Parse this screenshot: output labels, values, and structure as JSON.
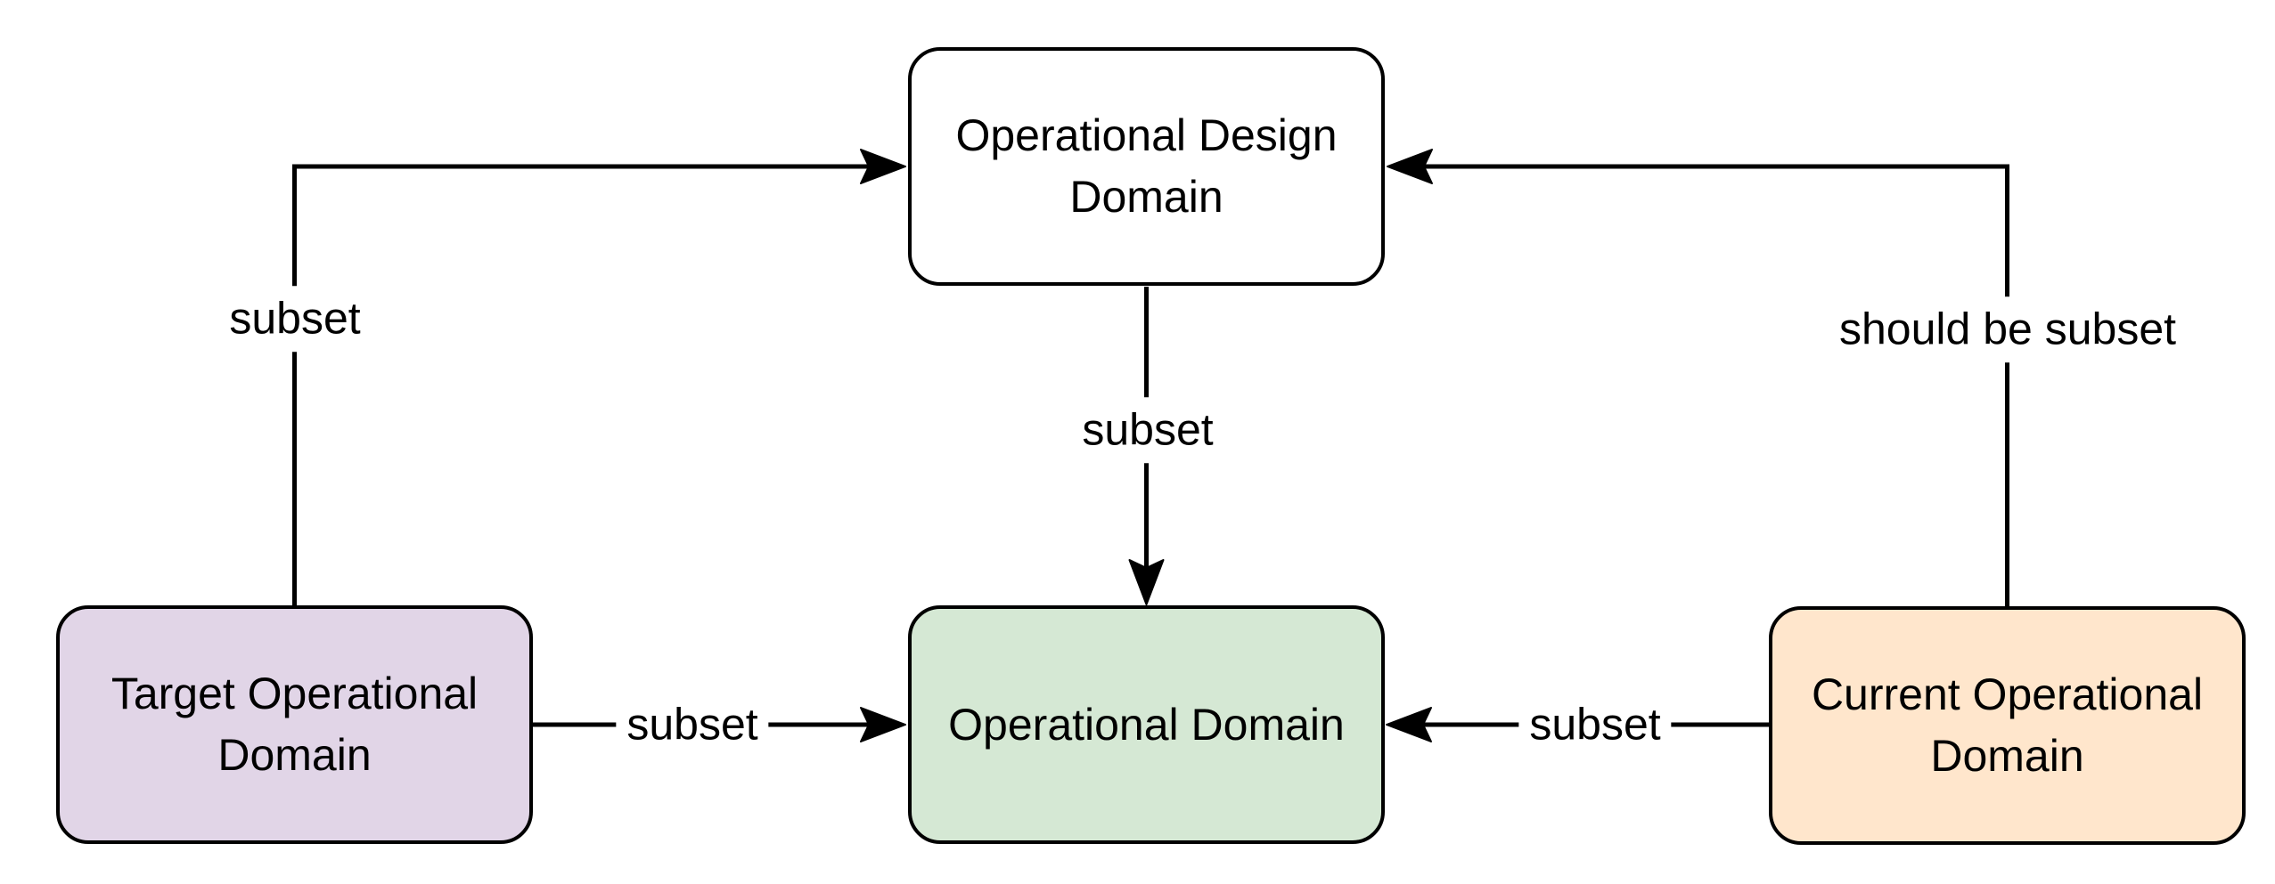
{
  "diagram": {
    "type": "flowchart",
    "background": "#ffffff",
    "line_color": "#000000",
    "text_color": "#000000",
    "nodes": {
      "odd": {
        "label": "Operational Design\nDomain",
        "fill": "#ffffff",
        "border": "#000000"
      },
      "target": {
        "label": "Target Operational\nDomain",
        "fill": "#e1d5e7",
        "border": "#000000"
      },
      "operational": {
        "label": "Operational Domain",
        "fill": "#d5e8d4",
        "border": "#000000"
      },
      "current": {
        "label": "Current Operational\nDomain",
        "fill": "#ffe6cc",
        "border": "#000000"
      }
    },
    "edge_labels": {
      "target_to_odd": "subset",
      "current_to_odd": "should be subset",
      "odd_to_operational": "subset",
      "target_to_operational": "subset",
      "current_to_operational": "subset"
    }
  }
}
